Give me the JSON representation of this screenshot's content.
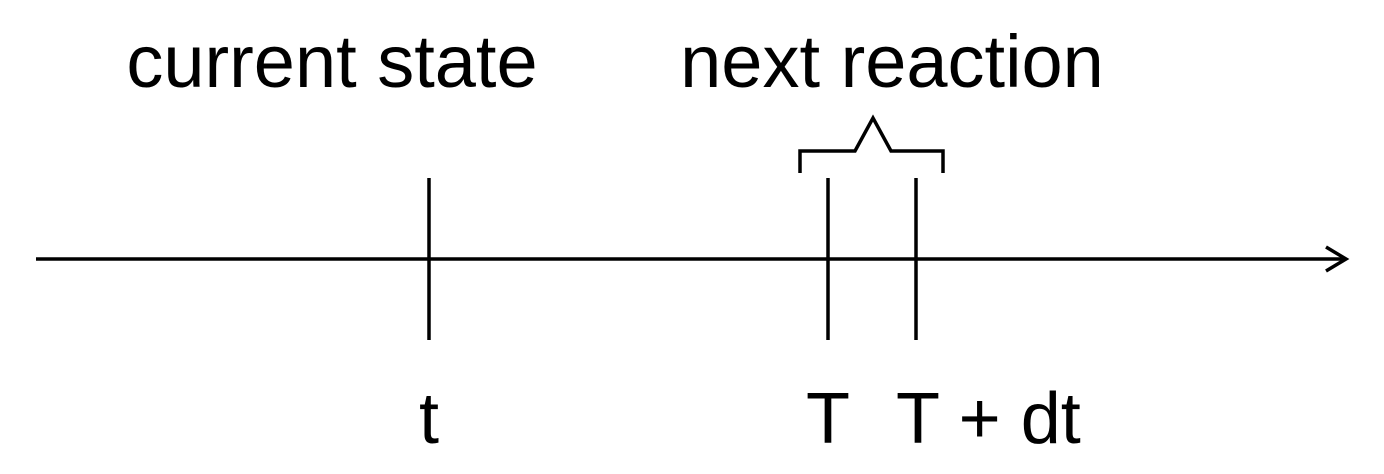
{
  "labels": {
    "current_state": "current state",
    "next_reaction": "next reaction"
  },
  "ticks": {
    "t": "t",
    "T": "T",
    "T_plus_dt": "T + dt"
  },
  "colors": {
    "stroke": "#000000",
    "background": "#ffffff"
  }
}
